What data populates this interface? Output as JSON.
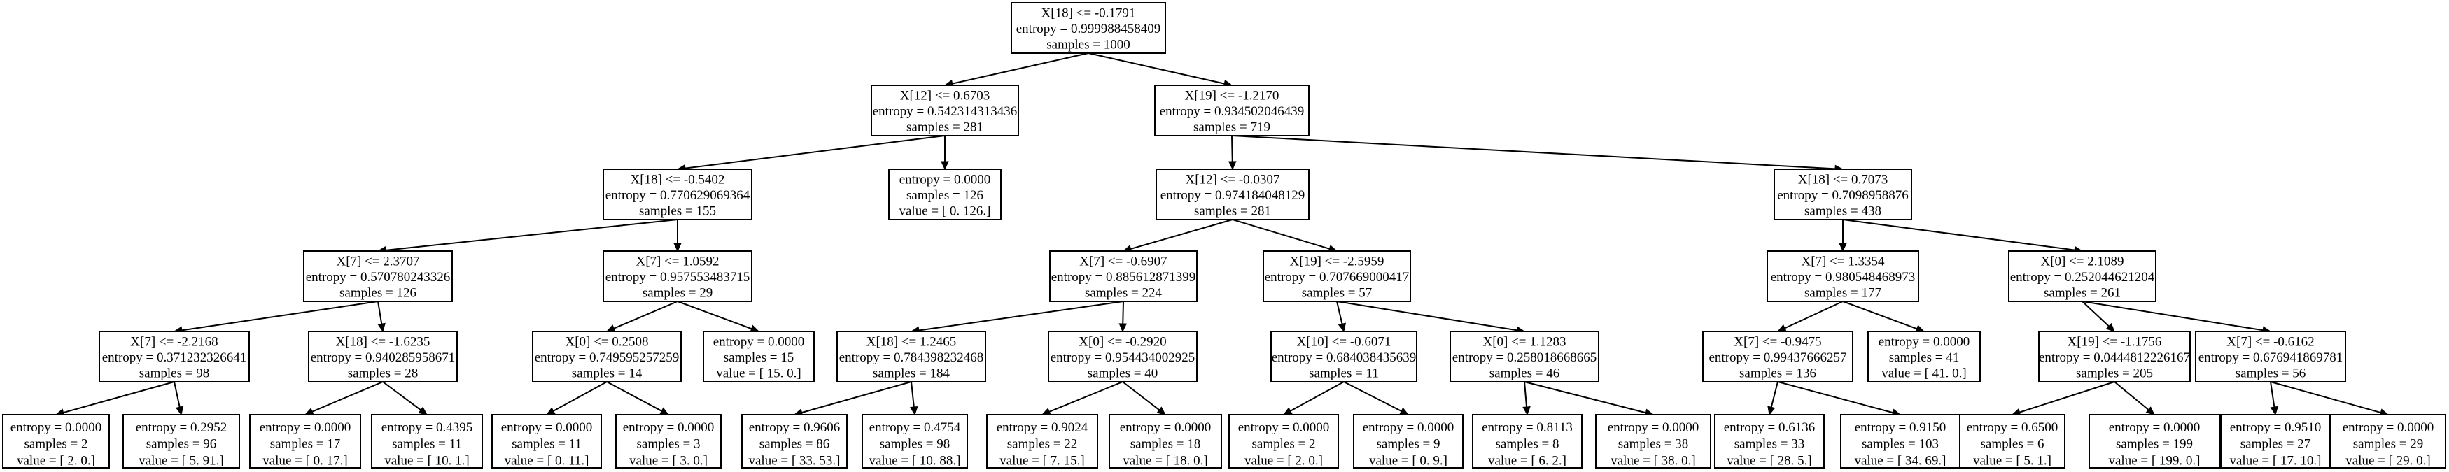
{
  "tree": {
    "nodes": [
      {
        "id": "n0",
        "lines": [
          "X[18] <= -0.1791",
          "entropy = 0.999988458409",
          "samples = 1000"
        ]
      },
      {
        "id": "n1",
        "lines": [
          "X[12] <= 0.6703",
          "entropy = 0.542314313436",
          "samples = 281"
        ]
      },
      {
        "id": "n2",
        "lines": [
          "X[19] <= -1.2170",
          "entropy = 0.934502046439",
          "samples = 719"
        ]
      },
      {
        "id": "n3",
        "lines": [
          "X[18] <= -0.5402",
          "entropy = 0.770629069364",
          "samples = 155"
        ]
      },
      {
        "id": "n4",
        "lines": [
          "entropy = 0.0000",
          "samples = 126",
          "value = [   0.  126.]"
        ]
      },
      {
        "id": "n5",
        "lines": [
          "X[12] <= -0.0307",
          "entropy = 0.974184048129",
          "samples = 281"
        ]
      },
      {
        "id": "n6",
        "lines": [
          "X[18] <= 0.7073",
          "entropy = 0.7098958876",
          "samples = 438"
        ]
      },
      {
        "id": "n7",
        "lines": [
          "X[7] <= 2.3707",
          "entropy = 0.570780243326",
          "samples = 126"
        ]
      },
      {
        "id": "n8",
        "lines": [
          "X[7] <= 1.0592",
          "entropy = 0.957553483715",
          "samples = 29"
        ]
      },
      {
        "id": "n9",
        "lines": [
          "X[7] <= -0.6907",
          "entropy = 0.885612871399",
          "samples = 224"
        ]
      },
      {
        "id": "n10",
        "lines": [
          "X[19] <= -2.5959",
          "entropy = 0.707669000417",
          "samples = 57"
        ]
      },
      {
        "id": "n11",
        "lines": [
          "X[7] <= 1.3354",
          "entropy = 0.980548468973",
          "samples = 177"
        ]
      },
      {
        "id": "n12",
        "lines": [
          "X[0] <= 2.1089",
          "entropy = 0.252044621204",
          "samples = 261"
        ]
      },
      {
        "id": "n13",
        "lines": [
          "X[7] <= -2.2168",
          "entropy = 0.371232326641",
          "samples = 98"
        ]
      },
      {
        "id": "n14",
        "lines": [
          "X[18] <= -1.6235",
          "entropy = 0.940285958671",
          "samples = 28"
        ]
      },
      {
        "id": "n15",
        "lines": [
          "X[0] <= 0.2508",
          "entropy = 0.749595257259",
          "samples = 14"
        ]
      },
      {
        "id": "n16",
        "lines": [
          "entropy = 0.0000",
          "samples = 15",
          "value = [ 15.   0.]"
        ]
      },
      {
        "id": "n17",
        "lines": [
          "X[18] <= 1.2465",
          "entropy = 0.784398232468",
          "samples = 184"
        ]
      },
      {
        "id": "n18",
        "lines": [
          "X[0] <= -0.2920",
          "entropy = 0.954434002925",
          "samples = 40"
        ]
      },
      {
        "id": "n19",
        "lines": [
          "X[10] <= -0.6071",
          "entropy = 0.684038435639",
          "samples = 11"
        ]
      },
      {
        "id": "n20",
        "lines": [
          "X[0] <= 1.1283",
          "entropy = 0.258018668665",
          "samples = 46"
        ]
      },
      {
        "id": "n21",
        "lines": [
          "X[7] <= -0.9475",
          "entropy = 0.99437666257",
          "samples = 136"
        ]
      },
      {
        "id": "n22",
        "lines": [
          "entropy = 0.0000",
          "samples = 41",
          "value = [ 41.   0.]"
        ]
      },
      {
        "id": "n23",
        "lines": [
          "X[19] <= -1.1756",
          "entropy = 0.0444812226167",
          "samples = 205"
        ]
      },
      {
        "id": "n24",
        "lines": [
          "X[7] <= -0.6162",
          "entropy = 0.676941869781",
          "samples = 56"
        ]
      },
      {
        "id": "n25",
        "lines": [
          "entropy = 0.0000",
          "samples = 2",
          "value = [ 2.  0.]"
        ]
      },
      {
        "id": "n26",
        "lines": [
          "entropy = 0.2952",
          "samples = 96",
          "value = [  5.  91.]"
        ]
      },
      {
        "id": "n27",
        "lines": [
          "entropy = 0.0000",
          "samples = 17",
          "value = [  0.  17.]"
        ]
      },
      {
        "id": "n28",
        "lines": [
          "entropy = 0.4395",
          "samples = 11",
          "value = [ 10.   1.]"
        ]
      },
      {
        "id": "n29",
        "lines": [
          "entropy = 0.0000",
          "samples = 11",
          "value = [  0.  11.]"
        ]
      },
      {
        "id": "n30",
        "lines": [
          "entropy = 0.0000",
          "samples = 3",
          "value = [ 3.  0.]"
        ]
      },
      {
        "id": "n31",
        "lines": [
          "entropy = 0.9606",
          "samples = 86",
          "value = [ 33.  53.]"
        ]
      },
      {
        "id": "n32",
        "lines": [
          "entropy = 0.4754",
          "samples = 98",
          "value = [ 10.  88.]"
        ]
      },
      {
        "id": "n33",
        "lines": [
          "entropy = 0.9024",
          "samples = 22",
          "value = [  7.  15.]"
        ]
      },
      {
        "id": "n34",
        "lines": [
          "entropy = 0.0000",
          "samples = 18",
          "value = [ 18.   0.]"
        ]
      },
      {
        "id": "n35",
        "lines": [
          "entropy = 0.0000",
          "samples = 2",
          "value = [ 2.  0.]"
        ]
      },
      {
        "id": "n36",
        "lines": [
          "entropy = 0.0000",
          "samples = 9",
          "value = [ 0.  9.]"
        ]
      },
      {
        "id": "n37",
        "lines": [
          "entropy = 0.8113",
          "samples = 8",
          "value = [ 6.  2.]"
        ]
      },
      {
        "id": "n38",
        "lines": [
          "entropy = 0.0000",
          "samples = 38",
          "value = [ 38.   0.]"
        ]
      },
      {
        "id": "n39",
        "lines": [
          "entropy = 0.6136",
          "samples = 33",
          "value = [ 28.   5.]"
        ]
      },
      {
        "id": "n40",
        "lines": [
          "entropy = 0.9150",
          "samples = 103",
          "value = [ 34.  69.]"
        ]
      },
      {
        "id": "n41",
        "lines": [
          "entropy = 0.6500",
          "samples = 6",
          "value = [ 5.  1.]"
        ]
      },
      {
        "id": "n42",
        "lines": [
          "entropy = 0.0000",
          "samples = 199",
          "value = [ 199.    0.]"
        ]
      },
      {
        "id": "n43",
        "lines": [
          "entropy = 0.9510",
          "samples = 27",
          "value = [ 17.  10.]"
        ]
      },
      {
        "id": "n44",
        "lines": [
          "entropy = 0.0000",
          "samples = 29",
          "value = [ 29.   0.]"
        ]
      }
    ],
    "edges": [
      [
        "n0",
        "n1"
      ],
      [
        "n0",
        "n2"
      ],
      [
        "n1",
        "n3"
      ],
      [
        "n1",
        "n4"
      ],
      [
        "n2",
        "n5"
      ],
      [
        "n2",
        "n6"
      ],
      [
        "n3",
        "n7"
      ],
      [
        "n3",
        "n8"
      ],
      [
        "n5",
        "n9"
      ],
      [
        "n5",
        "n10"
      ],
      [
        "n6",
        "n11"
      ],
      [
        "n6",
        "n12"
      ],
      [
        "n7",
        "n13"
      ],
      [
        "n7",
        "n14"
      ],
      [
        "n8",
        "n15"
      ],
      [
        "n8",
        "n16"
      ],
      [
        "n9",
        "n17"
      ],
      [
        "n9",
        "n18"
      ],
      [
        "n10",
        "n19"
      ],
      [
        "n10",
        "n20"
      ],
      [
        "n11",
        "n21"
      ],
      [
        "n11",
        "n22"
      ],
      [
        "n12",
        "n23"
      ],
      [
        "n12",
        "n24"
      ],
      [
        "n13",
        "n25"
      ],
      [
        "n13",
        "n26"
      ],
      [
        "n14",
        "n27"
      ],
      [
        "n14",
        "n28"
      ],
      [
        "n15",
        "n29"
      ],
      [
        "n15",
        "n30"
      ],
      [
        "n17",
        "n31"
      ],
      [
        "n17",
        "n32"
      ],
      [
        "n18",
        "n33"
      ],
      [
        "n18",
        "n34"
      ],
      [
        "n19",
        "n35"
      ],
      [
        "n19",
        "n36"
      ],
      [
        "n20",
        "n37"
      ],
      [
        "n20",
        "n38"
      ],
      [
        "n21",
        "n39"
      ],
      [
        "n21",
        "n40"
      ],
      [
        "n23",
        "n41"
      ],
      [
        "n23",
        "n42"
      ],
      [
        "n24",
        "n43"
      ],
      [
        "n24",
        "n44"
      ]
    ]
  }
}
